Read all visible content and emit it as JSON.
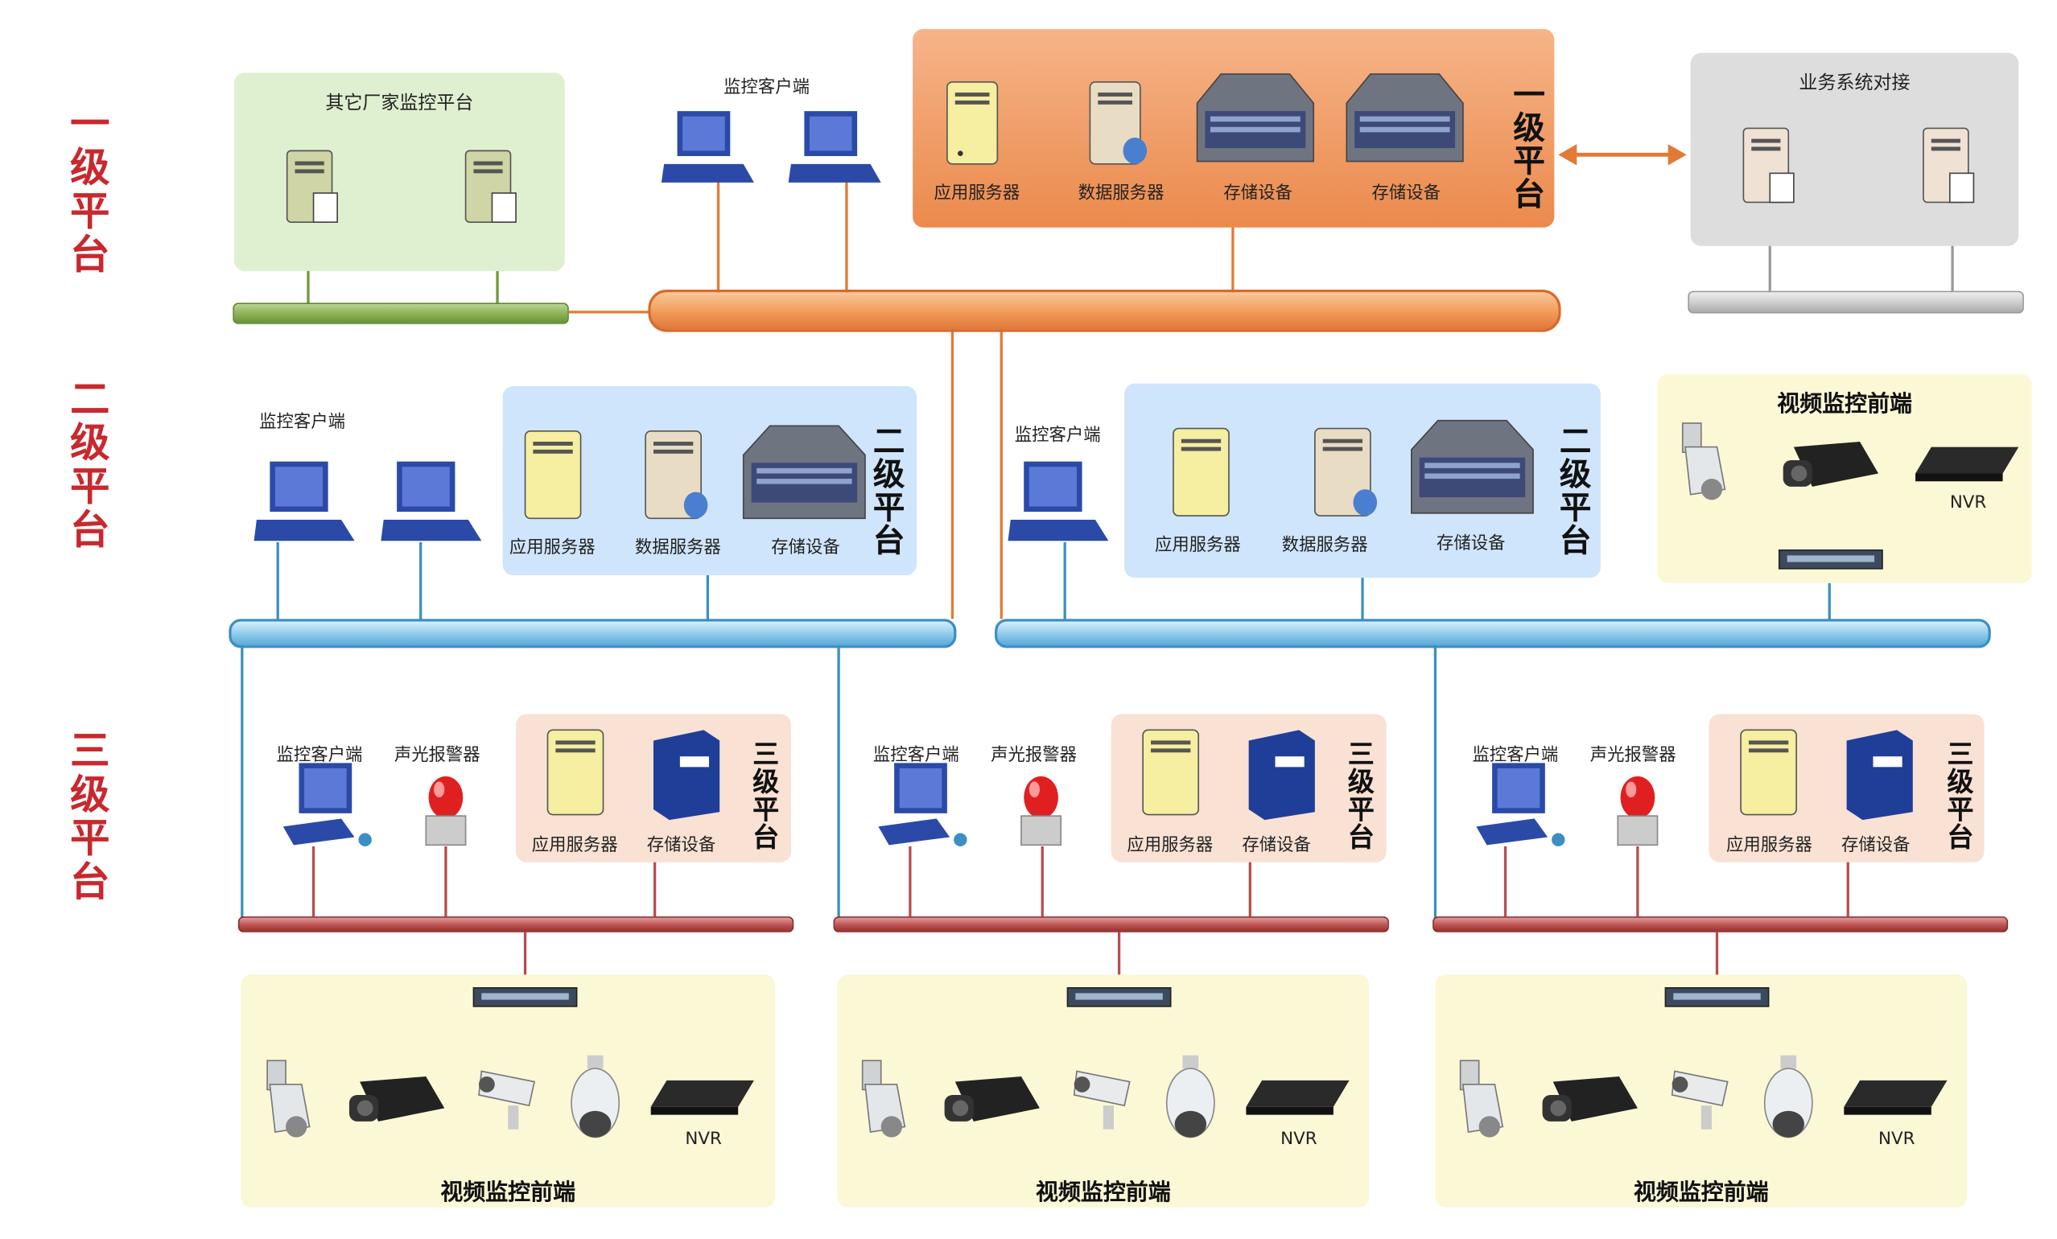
{
  "levels": {
    "level1": [
      "一",
      "级",
      "平",
      "台"
    ],
    "level2": [
      "二",
      "级",
      "平",
      "台"
    ],
    "level3": [
      "三",
      "级",
      "平",
      "台"
    ]
  },
  "top": {
    "other_vendor": {
      "title": "其它厂家监控平台"
    },
    "client_title": "监控客户端",
    "platform": {
      "label": [
        "一",
        "级",
        "平",
        "台"
      ],
      "app_server": "应用服务器",
      "db_server": "数据服务器",
      "storage1": "存储设备",
      "storage2": "存储设备"
    },
    "business": {
      "title": "业务系统对接"
    }
  },
  "mid_left": {
    "client_title": "监控客户端",
    "app_server": "应用服务器",
    "db_server": "数据服务器",
    "storage": "存储设备",
    "label": [
      "二",
      "级",
      "平",
      "台"
    ]
  },
  "mid_right": {
    "client_title": "监控客户端",
    "app_server": "应用服务器",
    "db_server": "数据服务器",
    "storage": "存储设备",
    "label": [
      "二",
      "级",
      "平",
      "台"
    ]
  },
  "front_top": {
    "title": "视频监控前端",
    "nvr": "NVR"
  },
  "l3": [
    {
      "client": "监控客户端",
      "alarm": "声光报警器",
      "app_server": "应用服务器",
      "storage": "存储设备",
      "label": [
        "三",
        "级",
        "平",
        "台"
      ],
      "front_title": "视频监控前端",
      "nvr": "NVR"
    },
    {
      "client": "监控客户端",
      "alarm": "声光报警器",
      "app_server": "应用服务器",
      "storage": "存储设备",
      "label": [
        "三",
        "级",
        "平",
        "台"
      ],
      "front_title": "视频监控前端",
      "nvr": "NVR"
    },
    {
      "client": "监控客户端",
      "alarm": "声光报警器",
      "app_server": "应用服务器",
      "storage": "存储设备",
      "label": [
        "三",
        "级",
        "平",
        "台"
      ],
      "front_title": "视频监控前端",
      "nvr": "NVR"
    }
  ],
  "colors": {
    "level_text": "#c8282e",
    "orange": "#f19a58",
    "blue": "#5aa9d6",
    "red_bus": "#b84d4d",
    "green_bus": "#86ad4e"
  }
}
